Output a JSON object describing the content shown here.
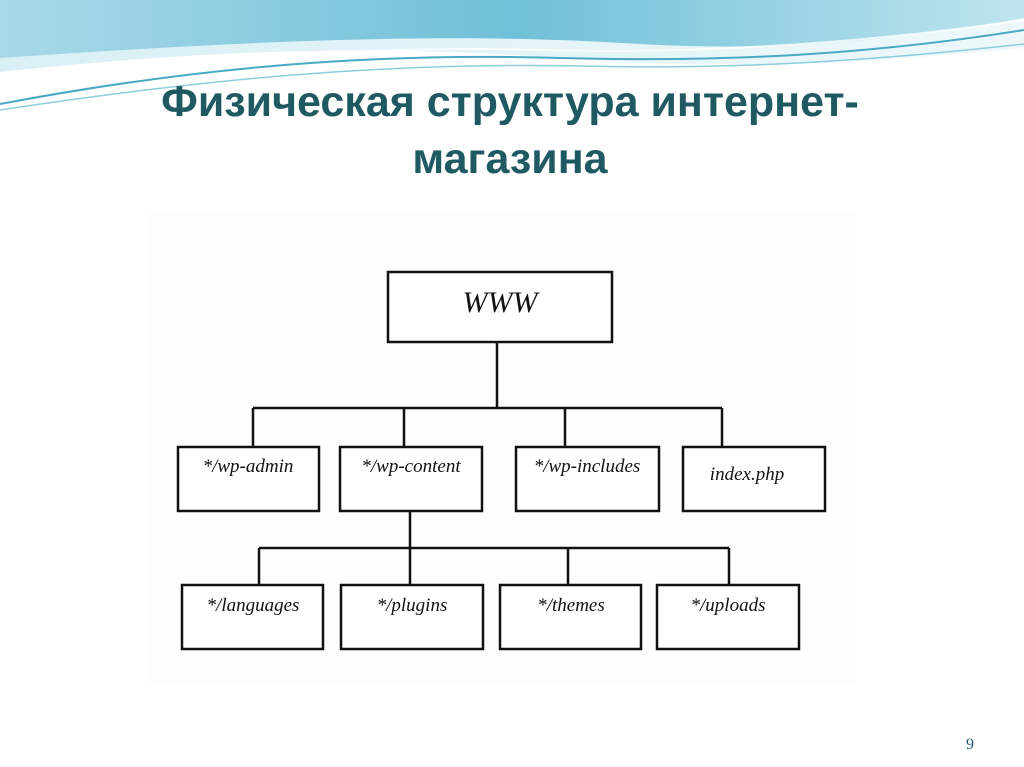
{
  "slide": {
    "title_line1": "Физическая структура интернет-",
    "title_line2": "магазина",
    "page_number": "9"
  },
  "diagram": {
    "root": "WWW",
    "level1": [
      "*/wp-admin",
      "*/wp-content",
      "*/wp-includes",
      "index.php"
    ],
    "level2": [
      "*/languages",
      "*/plugins",
      "*/themes",
      "*/uploads"
    ]
  },
  "colors": {
    "title": "#1f5a63",
    "wave_dark": "#4aa9c4",
    "wave_light": "#c6e7f1"
  }
}
